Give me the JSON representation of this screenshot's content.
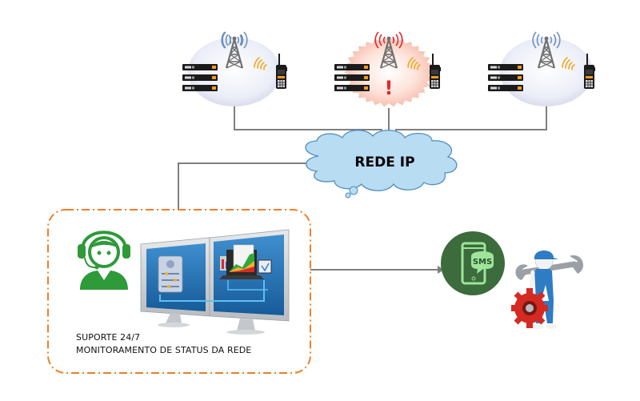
{
  "network": {
    "cloud_label": "REDE IP",
    "sites": [
      {
        "name": "site-1",
        "status": "ok"
      },
      {
        "name": "site-2",
        "status": "alert",
        "alert_symbol": "!"
      },
      {
        "name": "site-3",
        "status": "ok"
      }
    ]
  },
  "monitoring": {
    "caption_line1": "SUPORTE 24/7",
    "caption_line2": "MONITORAMENTO DE STATUS DA REDE"
  },
  "notification": {
    "sms_label": "SMS"
  },
  "colors": {
    "cloud_fill": "#b8dcf2",
    "cloud_stroke": "#4f8fc0",
    "dashed_border": "#f07f2a",
    "connector": "#7f7f7f",
    "agent_green": "#2e9a3a",
    "sms_circle": "#3c6b3c",
    "sms_phone": "#9ee59a",
    "alert_red": "#e0262b",
    "signal_orange": "#f2a61a"
  }
}
